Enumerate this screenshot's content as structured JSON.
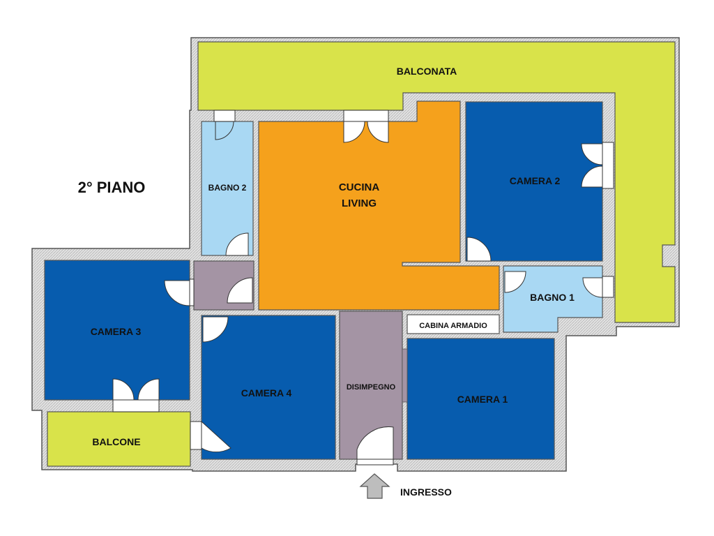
{
  "floor_title": "2° PIANO",
  "colors": {
    "wall": "#d8d8d8",
    "wall_edge": "#555555",
    "balcony": "#d9e34a",
    "kitchen": "#f5a11c",
    "bedroom": "#075cae",
    "bathroom": "#a9d8f3",
    "hall": "#a494a4",
    "closet": "#ffffff",
    "arrow": "#bdbdbd"
  },
  "rooms": {
    "balconata": "BALCONATA",
    "cucina_living_1": "CUCINA",
    "cucina_living_2": "LIVING",
    "camera_1": "CAMERA 1",
    "camera_2": "CAMERA 2",
    "camera_3": "CAMERA 3",
    "camera_4": "CAMERA 4",
    "bagno_1": "BAGNO 1",
    "bagno_2": "BAGNO 2",
    "cabina_armadio": "CABINA ARMADIO",
    "disimpegno": "DISIMPEGNO",
    "balcone": "BALCONE"
  },
  "entrance": {
    "label": "INGRESSO",
    "icon": "up-arrow-icon"
  }
}
